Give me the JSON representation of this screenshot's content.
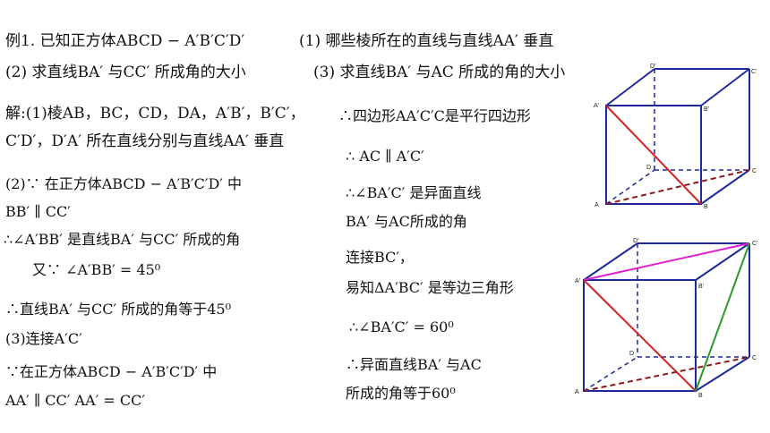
{
  "header": {
    "example": "例1. 已知正方体ABCD − A′B′C′D′",
    "q1": "(1) 哪些棱所在的直线与直线AA′ 垂直",
    "q2": "(2) 求直线BA′ 与CC′ 所成角的大小",
    "q3": "(3) 求直线BA′ 与AC 所成的角的大小"
  },
  "left": {
    "l1": "解:(1)棱AB，BC，CD，DA，A′B′，B′C′，",
    "l2": "C′D′，D′A′ 所在直线分别与直线AA′ 垂直",
    "l3": "(2)∵ 在正方体ABCD − A′B′C′D′ 中",
    "l4": "BB′ ∥ CC′",
    "l5": "∴∠A′BB′ 是直线BA′ 与CC′ 所成的角",
    "l6": "又∵ ∠A′BB′ = 45⁰",
    "l7": "∴直线BA′ 与CC′ 所成的角等于45⁰",
    "l8": "(3)连接A′C′",
    "l9": "∵在正方体ABCD − A′B′C′D′ 中",
    "l10": "AA′ ∥ CC′      AA′ = CC′"
  },
  "middle": {
    "m1": "∴四边形AA′C′C是平行四边形",
    "m2": "∴ AC ∥ A′C′",
    "m3": "∴∠BA′C′ 是异面直线",
    "m4": "BA′ 与AC所成的角",
    "m5": "连接BC′，",
    "m6": "易知ΔA′BC′ 是等边三角形",
    "m7": "∴∠BA′C′ = 60⁰",
    "m8": "∴异面直线BA′ 与AC",
    "m9": "所成的角等于60⁰"
  },
  "cube_labels": {
    "A": "A",
    "B": "B",
    "C": "C",
    "D": "D",
    "A1": "A′",
    "B1": "B′",
    "C1": "C′",
    "D1": "D′"
  },
  "colors": {
    "edge": "#1f2a9a",
    "diag_red": "#d42020",
    "dashed_dark_red": "#8b1a1a",
    "magenta": "#e020d0",
    "green": "#2a9a2a"
  }
}
